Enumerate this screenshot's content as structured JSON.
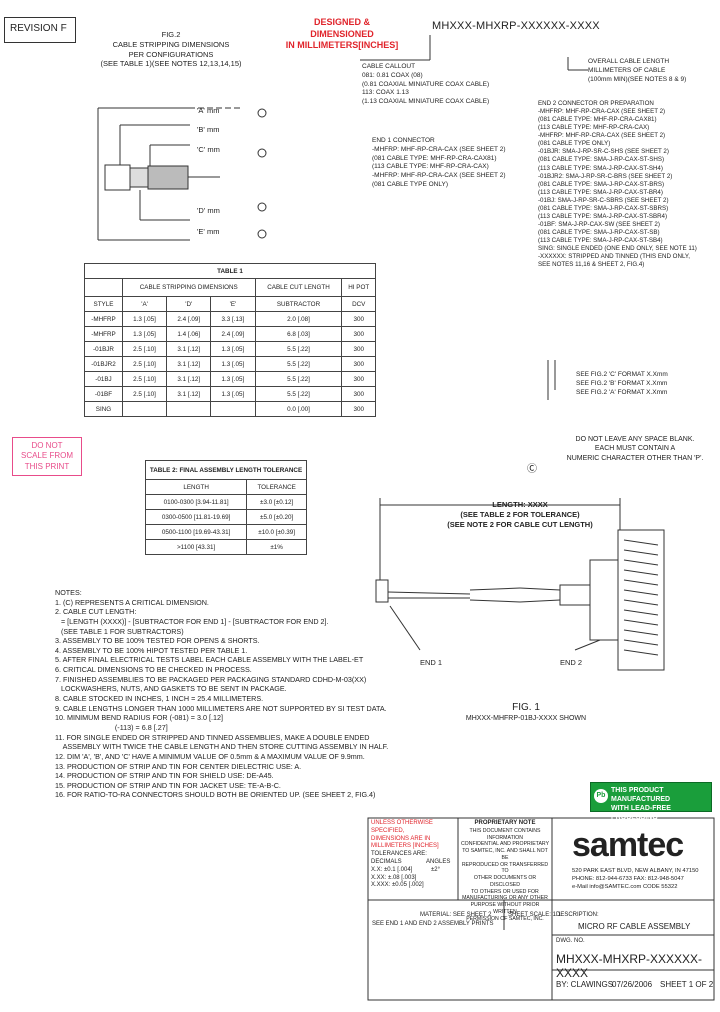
{
  "revision": "REVISION F",
  "designed_note": [
    "DESIGNED & DIMENSIONED",
    "IN MILLIMETERS[INCHES]"
  ],
  "part_number_template": "MHXXX-MHXRP-XXXXXX-XXXX",
  "fig2": {
    "title": "FIG.2",
    "lines": [
      "CABLE STRIPPING DIMENSIONS",
      "PER CONFIGURATIONS",
      "(SEE TABLE 1)(SEE NOTES 12,13,14,15)"
    ],
    "dims": [
      "'A' mm",
      "'B' mm",
      "'C' mm",
      "'D' mm",
      "'E' mm"
    ]
  },
  "callouts": {
    "overall_length": [
      "OVERALL CABLE LENGTH",
      "MILLIMETERS OF CABLE",
      "(100mm MIN)(SEE NOTES 8 & 9)"
    ],
    "cable_callout": [
      "CABLE CALLOUT",
      "081: 0.81 COAX (08)",
      "(0.81 COAXIAL MINIATURE COAX CABLE)",
      "113: COAX 1.13",
      "(1.13 COAXIAL MINIATURE COAX CABLE)"
    ],
    "end1": [
      "END 1 CONNECTOR",
      "-MHFRP: MHF-RP-CRA-CAX (SEE SHEET 2)",
      "(081 CABLE TYPE: MHF-RP-CRA-CAX81)",
      "(113 CABLE TYPE: MHF-RP-CRA-CAX)",
      "-MHFRP: MHF-RP-CRA-CAX (SEE SHEET 2)",
      "(081 CABLE TYPE ONLY)"
    ],
    "end2": [
      "END 2 CONNECTOR OR PREPARATION",
      "-MHFRP: MHF-RP-CRA-CAX (SEE SHEET 2)",
      "(081 CABLE TYPE: MHF-RP-CRA-CAX81)",
      "(113 CABLE TYPE: MHF-RP-CRA-CAX)",
      "-MHFRP: MHF-RP-CRA-CAX (SEE SHEET 2)",
      "(081 CABLE TYPE ONLY)",
      "-01BJR: SMA-J-RP-SR-C-SHS (SEE SHEET 2)",
      "(081 CABLE TYPE: SMA-J-RP-CAX-ST-SHS)",
      "(113 CABLE TYPE: SMA-J-RP-CAX-ST-SH4)",
      "-01BJR2: SMA-J-RP-SR-C-BRS (SEE SHEET 2)",
      "(081 CABLE TYPE: SMA-J-RP-CAX-ST-BRS)",
      "(113 CABLE TYPE: SMA-J-RP-CAX-ST-BR4)",
      "-01BJ: SMA-J-RP-SR-C-SBRS (SEE SHEET 2)",
      "(081 CABLE TYPE: SMA-J-RP-CAX-ST-SBRS)",
      "(113 CABLE TYPE: SMA-J-RP-CAX-ST-SBR4)",
      "-01BF: SMA-J-RP-CAX-SW (SEE SHEET 2)",
      "(081 CABLE TYPE: SMA-J-RP-CAX-ST-SB)",
      "(113 CABLE TYPE: SMA-J-RP-CAX-ST-SB4)",
      "SING: SINGLE ENDED (ONE END ONLY, SEE NOTE 11)",
      "-XXXXXX: STRIPPED AND TINNED (THIS END ONLY,",
      "SEE NOTES 11,16 & SHEET 2, FIG.4)"
    ],
    "format": [
      "SEE FIG.2 'C' FORMAT X.Xmm",
      "SEE FIG.2 'B' FORMAT X.Xmm",
      "SEE FIG.2 'A' FORMAT X.Xmm"
    ],
    "warning": [
      "DO NOT LEAVE ANY SPACE BLANK.",
      "EACH MUST CONTAIN A",
      "NUMERIC CHARACTER OTHER THAN 'P'."
    ]
  },
  "table1": {
    "title": "TABLE 1",
    "group_headers": [
      "CABLE STRIPPING DIMENSIONS",
      "CABLE CUT LENGTH",
      "HI POT"
    ],
    "columns": [
      "STYLE",
      "'A'",
      "'D'",
      "'E'",
      "SUBTRACTOR",
      "DCV"
    ],
    "rows": [
      [
        "-MHFRP",
        "1.3 [.05]",
        "2.4 [.09]",
        "3.3 [.13]",
        "2.0 [.08]",
        "300"
      ],
      [
        "-MHFRP",
        "1.3 [.05]",
        "1.4 [.06]",
        "2.4 [.09]",
        "6.8 [.03]",
        "300"
      ],
      [
        "-01BJR",
        "2.5 [.10]",
        "3.1 [.12]",
        "1.3 [.05]",
        "5.5 [.22]",
        "300"
      ],
      [
        "-01BJR2",
        "2.5 [.10]",
        "3.1 [.12]",
        "1.3 [.05]",
        "5.5 [.22]",
        "300"
      ],
      [
        "-01BJ",
        "2.5 [.10]",
        "3.1 [.12]",
        "1.3 [.05]",
        "5.5 [.22]",
        "300"
      ],
      [
        "-01BF",
        "2.5 [.10]",
        "3.1 [.12]",
        "1.3 [.05]",
        "5.5 [.22]",
        "300"
      ],
      [
        "SING",
        "",
        "",
        "",
        "0.0 [.00]",
        "300"
      ]
    ]
  },
  "table2": {
    "title": "TABLE 2: FINAL ASSEMBLY LENGTH TOLERANCE",
    "columns": [
      "LENGTH",
      "TOLERANCE"
    ],
    "rows": [
      [
        "0100-0300 [3.94-11.81]",
        "±3.0 [±0.12]"
      ],
      [
        "0300-0500 [11.81-19.69]",
        "±5.0 [±0.20]"
      ],
      [
        "0500-1100 [19.69-43.31]",
        "±10.0 [±0.39]"
      ],
      [
        ">1100 [43.31]",
        "±1%"
      ]
    ]
  },
  "do_not_scale": [
    "DO NOT",
    "SCALE FROM",
    "THIS PRINT"
  ],
  "fig1": {
    "length": "LENGTH: XXXX",
    "tol1": "(SEE TABLE 2 FOR TOLERANCE)",
    "tol2": "(SEE NOTE 2 FOR CABLE CUT LENGTH)",
    "end1": "END 1",
    "end2": "END 2",
    "title": "FIG. 1",
    "subtitle": "MHXXX-MHFRP-01BJ-XXXX SHOWN"
  },
  "notes": [
    "NOTES:",
    "1. (C) REPRESENTS A CRITICAL DIMENSION.",
    "2. CABLE CUT LENGTH:",
    "   = [LENGTH (XXXX)] - [SUBTRACTOR FOR END 1] - [SUBTRACTOR FOR END 2].",
    "   (SEE TABLE 1 FOR SUBTRACTORS)",
    "3. ASSEMBLY TO BE 100% TESTED FOR OPENS & SHORTS.",
    "4. ASSEMBLY TO BE 100% HIPOT TESTED PER TABLE 1.",
    "5. AFTER FINAL ELECTRICAL TESTS LABEL EACH CABLE ASSEMBLY WITH THE LABEL-ET",
    "6. CRITICAL DIMENSIONS TO BE CHECKED IN PROCESS.",
    "7. FINISHED ASSEMBLIES TO BE PACKAGED PER PACKAGING STANDARD CDHD-M-03(XX)",
    "   LOCKWASHERS, NUTS, AND GASKETS TO BE SENT IN PACKAGE.",
    "8. CABLE STOCKED IN INCHES, 1 INCH = 25.4 MILLIMETERS.",
    "9. CABLE LENGTHS LONGER THAN 1000 MILLIMETERS ARE NOT SUPPORTED BY SI TEST DATA.",
    "10. MINIMUM BEND RADIUS FOR (-081) = 3.0 [.12]",
    "                              (-113) = 6.8 [.27]",
    "11. FOR SINGLE ENDED OR STRIPPED AND TINNED ASSEMBLIES, MAKE A DOUBLE ENDED",
    "    ASSEMBLY WITH TWICE THE CABLE LENGTH AND THEN STORE CUTTING ASSEMBLY IN HALF.",
    "12. DIM 'A', 'B', AND 'C' HAVE A MINIMUM VALUE OF 0.5mm & A MAXIMUM VALUE OF 9.9mm.",
    "13. PRODUCTION OF STRIP AND TIN FOR CENTER DIELECTRIC USE: A.",
    "14. PRODUCTION OF STRIP AND TIN FOR SHIELD USE: DE-A45.",
    "15. PRODUCTION OF STRIP AND TIN FOR JACKET USE: TE-A-B-C.",
    "16. FOR RATIO-TO-RA CONNECTORS SHOULD BOTH BE ORIENTED UP. (SEE SHEET 2, FIG.4)"
  ],
  "leadfree": [
    "THIS PRODUCT MANUFACTURED",
    "WITH LEAD-FREE PROCESSING"
  ],
  "title_block": {
    "tolerances_red": [
      "UNLESS OTHERWISE SPECIFIED,",
      "DIMENSIONS ARE IN",
      "MILLIMETERS [INCHES]"
    ],
    "tolerances": [
      "TOLERANCES ARE:",
      "DECIMALS",
      "X.X: ±0.1 [.004]",
      "X.XX: ±.08 [.003]",
      "X.XXX: ±0.05 [.002]",
      "ANGLES",
      "±2°"
    ],
    "proprietary": [
      "PROPRIETARY NOTE",
      "THIS DOCUMENT CONTAINS INFORMATION",
      "CONFIDENTIAL AND PROPRIETARY",
      "TO SAMTEC, INC. AND SHALL NOT BE",
      "REPRODUCED OR TRANSFERRED TO",
      "OTHER DOCUMENTS OR DISCLOSED",
      "TO OTHERS OR USED FOR",
      "MANUFACTURING OR ANY OTHER",
      "PURPOSE WITHOUT PRIOR WRITTEN",
      "PERMISSION OF SAMTEC, INC."
    ],
    "logo": "samtec",
    "address": [
      "520 PARK EAST BLVD, NEW ALBANY, IN 47150",
      "PHONE: 812-944-6733  FAX: 812-948-5047",
      "e-Mail info@SAMTEC.com  CODE 55322"
    ],
    "material": "MATERIAL: SEE SHEET 2",
    "finish": "SEE END 1 AND END 2 ASSEMBLY PRINTS",
    "sheet_scale": "SHEET SCALE: 1:1",
    "description_label": "DESCRIPTION:",
    "description": "MICRO RF CABLE ASSEMBLY",
    "dwg_label": "DWG. NO.",
    "dwg_no": "MHXXX-MHXRP-XXXXXX-XXXX",
    "by": "BY: CLAWINGS",
    "date": "07/26/2006",
    "sheet": "SHEET 1 OF 2"
  }
}
